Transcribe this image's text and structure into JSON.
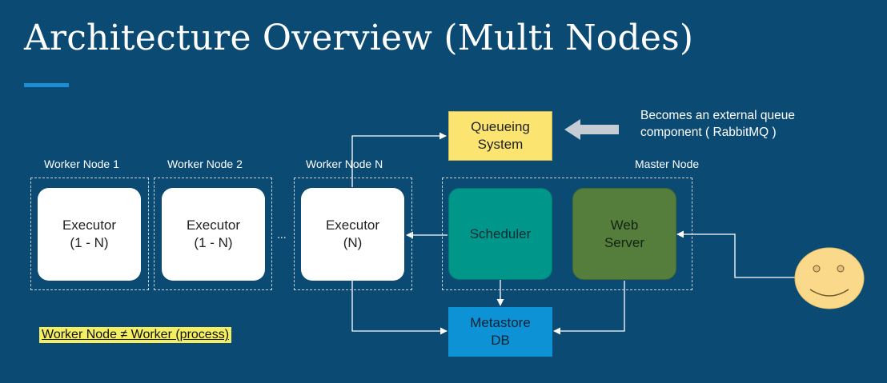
{
  "title": "Architecture Overview (Multi Nodes)",
  "worker_nodes": [
    {
      "label": "Worker Node 1",
      "executor_line1": "Executor",
      "executor_line2": "(1 - N)"
    },
    {
      "label": "Worker Node 2",
      "executor_line1": "Executor",
      "executor_line2": "(1 - N)"
    },
    {
      "label": "Worker Node N",
      "executor_line1": "Executor",
      "executor_line2": "(N)"
    }
  ],
  "ellipsis": "...",
  "master_node": {
    "label": "Master Node",
    "scheduler": "Scheduler",
    "webserver_line1": "Web",
    "webserver_line2": "Server"
  },
  "queueing_system": {
    "line1": "Queueing",
    "line2": "System"
  },
  "metastore": {
    "line1": "Metastore",
    "line2": "DB"
  },
  "note": {
    "line1": "Becomes an external queue",
    "line2": "component ( RabbitMQ )"
  },
  "highlight_note": "Worker Node ≠ Worker (process)",
  "colors": {
    "background": "#0b4a72",
    "accent": "#1b8ed6",
    "queue": "#fbe470",
    "metastore": "#0e92d6",
    "scheduler": "#00968a",
    "webserver": "#557d3b",
    "smiley": "#fbd98a",
    "highlight": "#f4ef62"
  },
  "icons": [
    "gray-arrow-icon",
    "smiley-user-icon"
  ]
}
